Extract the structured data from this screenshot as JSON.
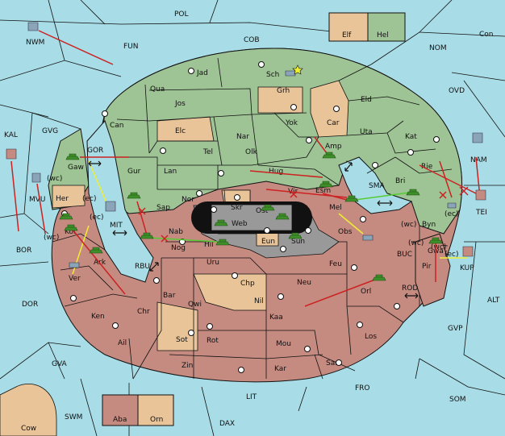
{
  "colors": {
    "sea": "#a8dce6",
    "green": "#9ec394",
    "red": "#c58a80",
    "tan": "#e8c498",
    "gray": "#999999",
    "black": "#111111",
    "order_red": "#cc2222",
    "order_yellow": "#eeee33",
    "order_green": "#55cc33"
  },
  "unit_icons": [
    "tank-icon",
    "fleet-icon",
    "supply-center-icon",
    "star-icon"
  ],
  "legend": {
    "top": [
      {
        "label": "Elf",
        "color": "#e8c498"
      },
      {
        "label": "Hel",
        "color": "#9ec394"
      }
    ],
    "bottom": [
      {
        "label": "Aba",
        "color": "#c58a80"
      },
      {
        "label": "Orn",
        "color": "#e8c498"
      }
    ]
  },
  "sea_labels": {
    "pol": "POL",
    "nwm": "NWM",
    "fun": "FUN",
    "cob": "COB",
    "con": "Con",
    "nom": "NOM",
    "ovd": "OVD",
    "kal": "KAL",
    "gvg": "GVG",
    "gor": "GOR",
    "mvu": "MVU",
    "mit": "MIT",
    "bor": "BOR",
    "rbu": "RBU",
    "sma": "SMA",
    "buc": "BUC",
    "kup": "KUP",
    "rod": "ROD",
    "tei": "TEI",
    "nam": "NAM",
    "dor": "DOR",
    "alt": "ALT",
    "gvp": "GVP",
    "gva": "GVA",
    "fro": "FRO",
    "som": "SOM",
    "lit": "LIT",
    "swm": "SWM",
    "dax": "DAX",
    "cow": "Cow"
  },
  "land_labels": {
    "jad": "Jad",
    "sch": "Sch",
    "qua": "Qua",
    "jos": "Jos",
    "grh": "Grh",
    "can": "Can",
    "elc": "Elc",
    "nar": "Nar",
    "yok": "Yok",
    "car": "Car",
    "eld": "Eld",
    "uta": "Uta",
    "kat": "Kat",
    "olk": "Olk",
    "tel": "Tel",
    "amp": "Amp",
    "gaw": "Gaw",
    "gur": "Gur",
    "lan": "Lan",
    "hug": "Hug",
    "rie": "Rie",
    "bri": "Bri",
    "esm": "Esm",
    "vir": "Vir",
    "nor": "Nor",
    "skr": "Skr",
    "ost": "Ost",
    "mel": "Mel",
    "her": "Her",
    "sap": "Sap",
    "web": "Web",
    "obs": "Obs",
    "byn": "Byn",
    "kor": "Kor",
    "nab": "Nab",
    "hil": "Hil",
    "eun": "Eun",
    "sun": "Sun",
    "gwa": "Gwa",
    "ark": "Ark",
    "nog": "Nog",
    "uru": "Uru",
    "feu": "Feu",
    "pir": "Pir",
    "ver": "Ver",
    "chp": "Chp",
    "neu": "Neu",
    "bar": "Bar",
    "qwi": "Qwi",
    "nil": "Nil",
    "orl": "Orl",
    "chr": "Chr",
    "ken": "Ken",
    "kaa": "Kaa",
    "sot": "Sot",
    "rot": "Rot",
    "ail": "Ail",
    "mou": "Mou",
    "los": "Los",
    "zin": "Zin",
    "kar": "Kar",
    "sam": "Sam"
  },
  "coast_labels": [
    "(wc)",
    "(ec)",
    "(ec)",
    "(wc)",
    "(wc)",
    "(ec)",
    "(wc)",
    "(ec)",
    "(wc)"
  ]
}
